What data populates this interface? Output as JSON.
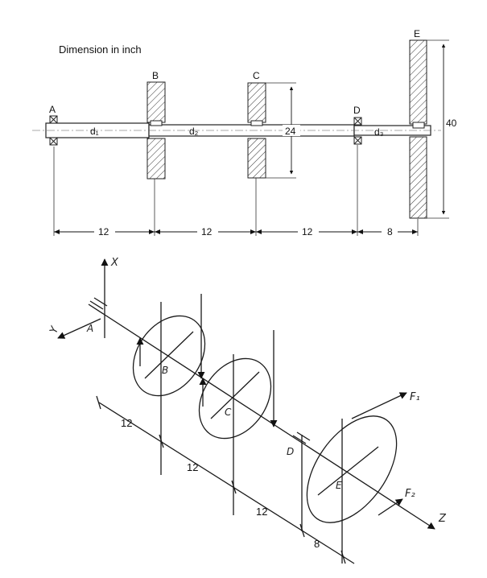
{
  "header": {
    "dimension_note": "Dimension in inch"
  },
  "shaft": {
    "bearings": {
      "a": "A",
      "d": "D"
    },
    "gears": {
      "b": "B",
      "c": "C",
      "e": "E"
    },
    "diameters": {
      "d1": "d₁",
      "d2": "d₂",
      "d3": "d₃"
    },
    "gear_diameter_c": "24",
    "gear_diameter_e": "40",
    "spacings": [
      "12",
      "12",
      "12",
      "8"
    ]
  },
  "iso": {
    "axes": {
      "x": "X",
      "y": "Y",
      "z": "Z"
    },
    "points": {
      "a": "A",
      "b": "B",
      "c": "C",
      "d": "D",
      "e": "E"
    },
    "forces": {
      "f1": "F₁",
      "f2": "F₂"
    },
    "spacings": [
      "12",
      "12",
      "12",
      "8"
    ]
  }
}
